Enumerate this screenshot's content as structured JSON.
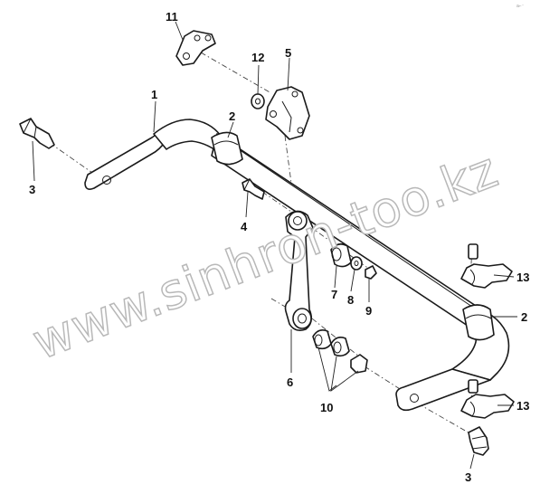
{
  "diagram": {
    "watermark": "www.sinhron-too.kz",
    "callouts": [
      {
        "id": "1",
        "label": "1"
      },
      {
        "id": "2a",
        "label": "2"
      },
      {
        "id": "2b",
        "label": "2"
      },
      {
        "id": "3a",
        "label": "3"
      },
      {
        "id": "3b",
        "label": "3"
      },
      {
        "id": "4",
        "label": "4"
      },
      {
        "id": "5",
        "label": "5"
      },
      {
        "id": "6",
        "label": "6"
      },
      {
        "id": "7",
        "label": "7"
      },
      {
        "id": "8",
        "label": "8"
      },
      {
        "id": "9",
        "label": "9"
      },
      {
        "id": "10",
        "label": "10"
      },
      {
        "id": "11",
        "label": "11"
      },
      {
        "id": "12",
        "label": "12"
      },
      {
        "id": "13a",
        "label": "13"
      },
      {
        "id": "13b",
        "label": "13"
      }
    ]
  }
}
